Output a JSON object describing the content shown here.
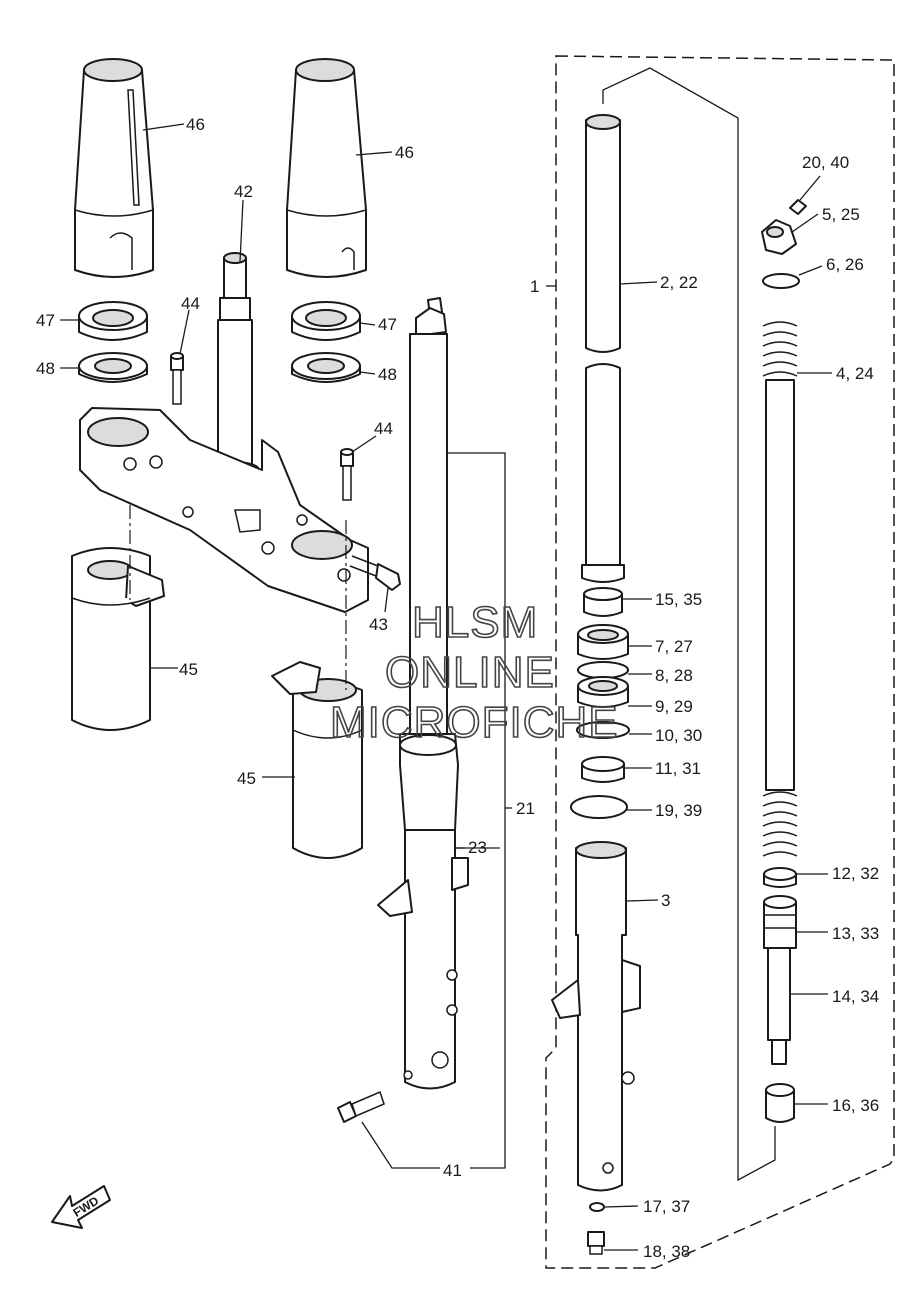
{
  "callouts": {
    "c46a": "46",
    "c46b": "46",
    "c42": "42",
    "c44a": "44",
    "c44b": "44",
    "c47a": "47",
    "c47b": "47",
    "c48a": "48",
    "c48b": "48",
    "c43": "43",
    "c45a": "45",
    "c45b": "45",
    "c41": "41",
    "c21": "21",
    "c23": "23",
    "c1": "1",
    "c2_22": "2, 22",
    "c15_35": "15, 35",
    "c7_27": "7, 27",
    "c8_28": "8, 28",
    "c9_29": "9, 29",
    "c10_30": "10, 30",
    "c11_31": "11, 31",
    "c19_39": "19, 39",
    "c3": "3",
    "c17_37": "17, 37",
    "c18_38": "18, 38",
    "c20_40": "20, 40",
    "c5_25": "5, 25",
    "c6_26": "6, 26",
    "c4_24": "4, 24",
    "c12_32": "12, 32",
    "c13_33": "13, 33",
    "c14_34": "14, 34",
    "c16_36": "16, 36"
  },
  "watermark": {
    "line1": "HLSM",
    "line2": "ONLINE",
    "line3": "MICROFICHE"
  },
  "direction_badge": "FWD"
}
